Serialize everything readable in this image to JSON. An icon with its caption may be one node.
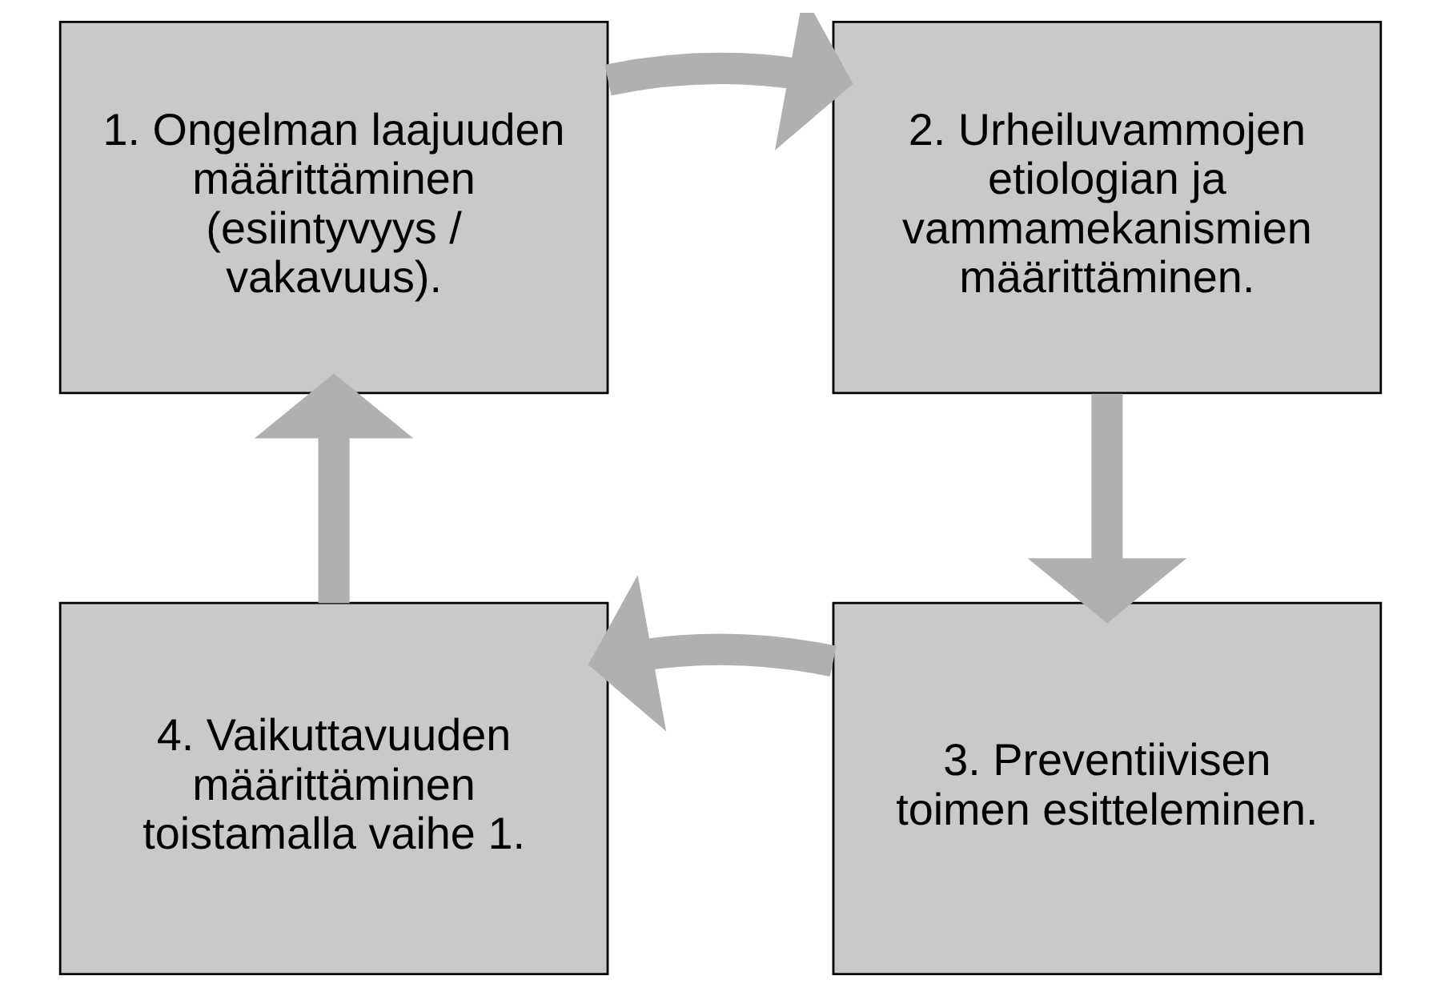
{
  "diagram": {
    "nodes": [
      {
        "text": [
          "1. Ongelman laajuuden määrittäminen (esiintyvyys / vakavuus)."
        ]
      },
      {
        "text": [
          "2. Urheiluvammojen etiologian ja vammamekanismien määrittäminen."
        ]
      },
      {
        "text": [
          "3. Preventiivisen toimen esitteleminen."
        ]
      },
      {
        "text": [
          "4. Vaikuttavuuden määrittäminen toistamalla vaihe 1."
        ]
      }
    ],
    "edges": [
      {
        "from": 0,
        "to": 1,
        "arrow": "to"
      },
      {
        "from": 1,
        "to": 2,
        "arrow": "to"
      },
      {
        "from": 2,
        "to": 3,
        "arrow": "to"
      },
      {
        "from": 3,
        "to": 0,
        "arrow": "to"
      }
    ]
  }
}
